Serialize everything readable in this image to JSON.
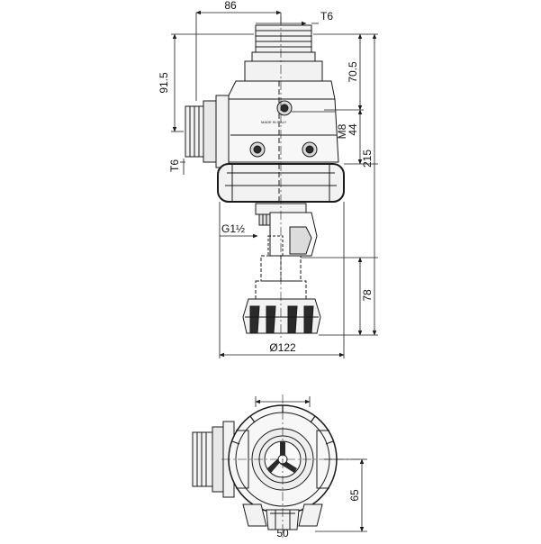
{
  "dimensions": {
    "width_86": "86",
    "thread_t6_top": "T6",
    "height_91_5": "91.5",
    "height_70_5": "70.5",
    "bolt_m8": "M8",
    "height_44": "44",
    "height_215": "215",
    "thread_t6_side": "T6",
    "thread_g1_half": "G1½",
    "height_78": "78",
    "diameter_122": "Ø122",
    "height_65": "65",
    "width_50": "50"
  },
  "body_marking": "MADE IN ITALY",
  "colors": {
    "line": "#1a1a1a",
    "body_fill": "#f2f2f2",
    "dark_fill": "#2b2b2b",
    "background": "#ffffff"
  }
}
